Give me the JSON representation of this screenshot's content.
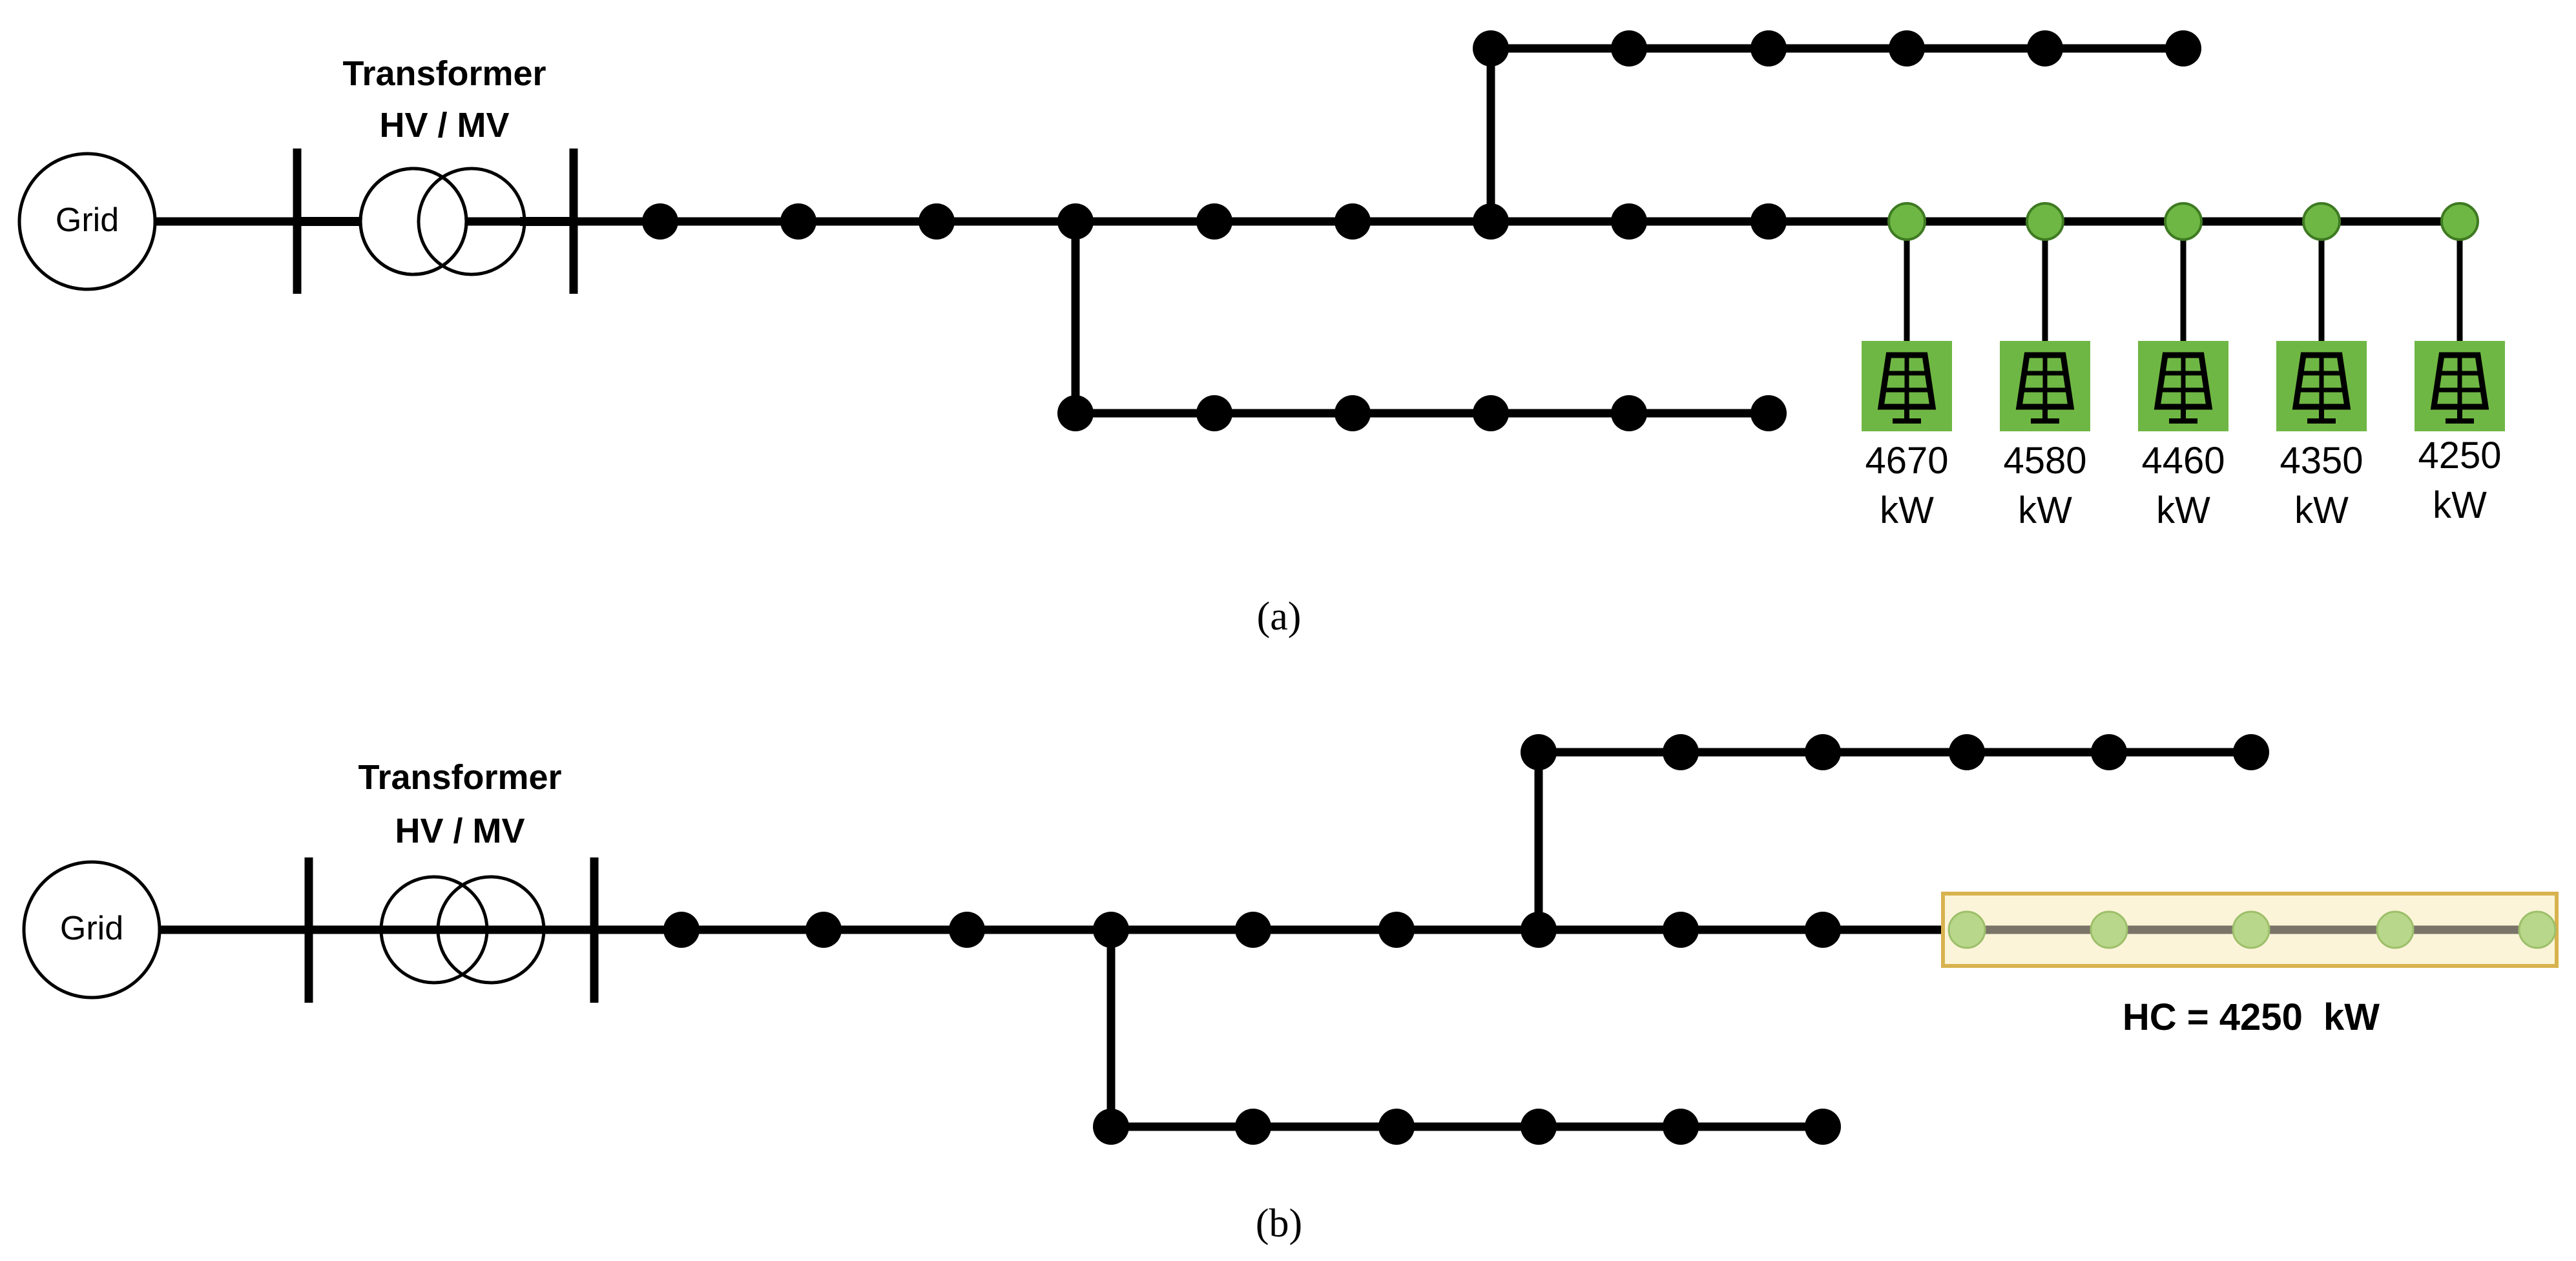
{
  "colors": {
    "line": "#000000",
    "pv_node": "#6fb744",
    "pv_panel_bg": "#6fb744",
    "hc_box_fill": "#fbf4d8",
    "hc_box_border": "#d7b24e",
    "hc_line": "#7a7468",
    "hc_node": "#b8d78a"
  },
  "icons": {
    "pv": "solar-panel-icon",
    "transformer": "transformer-icon"
  },
  "panel_a": {
    "grid_label": "Grid",
    "transformer_label": "Transformer",
    "transformer_ratio": "HV / MV",
    "pv_capacities": [
      {
        "value": "4670",
        "unit": "kW"
      },
      {
        "value": "4580",
        "unit": "kW"
      },
      {
        "value": "4460",
        "unit": "kW"
      },
      {
        "value": "4350",
        "unit": "kW"
      },
      {
        "value": "4250",
        "unit": "kW"
      }
    ],
    "caption": "(a)"
  },
  "panel_b": {
    "grid_label": "Grid",
    "transformer_label": "Transformer",
    "transformer_ratio": "HV / MV",
    "hc_label": "HC = 4250  kW",
    "caption": "(b)"
  }
}
